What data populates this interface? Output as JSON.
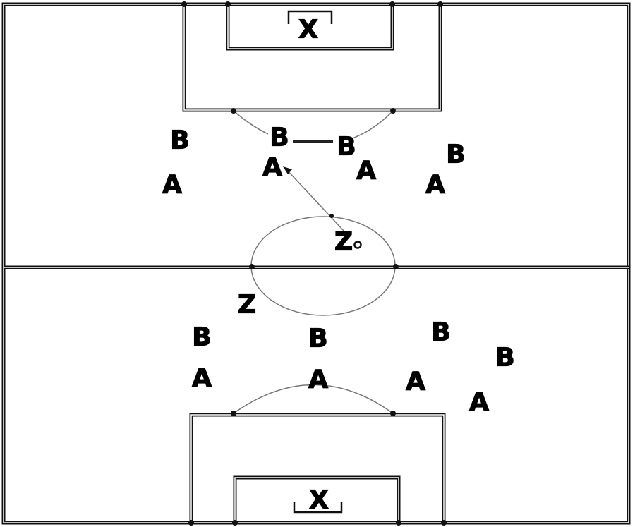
{
  "players": [
    {
      "label": "X"
    },
    {
      "label": "B"
    },
    {
      "label": "B"
    },
    {
      "label": "B"
    },
    {
      "label": "B"
    },
    {
      "label": "A"
    },
    {
      "label": "A"
    },
    {
      "label": "A"
    },
    {
      "label": "A"
    },
    {
      "label": "Z"
    },
    {
      "label": "Z"
    },
    {
      "label": "B"
    },
    {
      "label": "B"
    },
    {
      "label": "B"
    },
    {
      "label": "B"
    },
    {
      "label": "A"
    },
    {
      "label": "A"
    },
    {
      "label": "A"
    },
    {
      "label": "A"
    },
    {
      "label": "X"
    }
  ]
}
